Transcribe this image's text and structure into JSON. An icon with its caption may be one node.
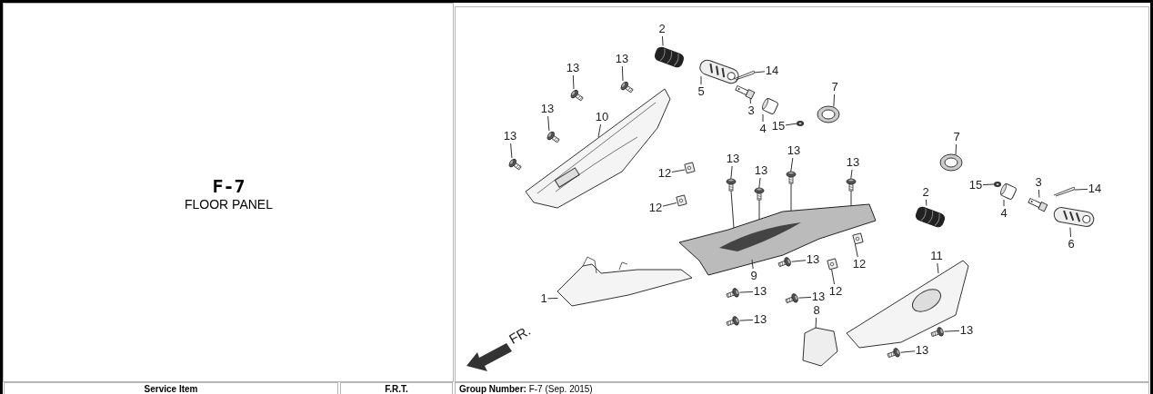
{
  "diagram": {
    "nodes": [
      {
        "text": [
          "2"
        ]
      },
      {
        "text": [
          "5"
        ]
      },
      {
        "text": [
          "14"
        ]
      },
      {
        "text": [
          "3"
        ]
      },
      {
        "text": [
          "4"
        ]
      },
      {
        "text": [
          "15"
        ]
      },
      {
        "text": [
          "7"
        ]
      },
      {
        "text": [
          "13"
        ]
      },
      {
        "text": [
          "13"
        ]
      },
      {
        "text": [
          "10"
        ]
      },
      {
        "text": [
          "13"
        ]
      },
      {
        "text": [
          "13"
        ]
      },
      {
        "text": [
          "12"
        ]
      },
      {
        "text": [
          "12"
        ]
      },
      {
        "text": [
          "13"
        ]
      },
      {
        "text": [
          "13"
        ]
      },
      {
        "text": [
          "13"
        ]
      },
      {
        "text": [
          "13"
        ]
      },
      {
        "text": [
          "9"
        ]
      },
      {
        "text": [
          "13"
        ]
      },
      {
        "text": [
          "12"
        ]
      },
      {
        "text": [
          "12"
        ]
      },
      {
        "text": [
          "1"
        ]
      },
      {
        "text": [
          "13"
        ]
      },
      {
        "text": [
          "13"
        ]
      },
      {
        "text": [
          "13"
        ]
      },
      {
        "text": [
          "8"
        ]
      },
      {
        "text": [
          "11"
        ]
      },
      {
        "text": [
          "7"
        ]
      },
      {
        "text": [
          "15"
        ]
      },
      {
        "text": [
          "3"
        ]
      },
      {
        "text": [
          "14"
        ]
      },
      {
        "text": [
          "4"
        ]
      },
      {
        "text": [
          "2"
        ]
      },
      {
        "text": [
          "6"
        ]
      },
      {
        "text": [
          "13"
        ]
      },
      {
        "text": [
          "13"
        ]
      },
      {
        "text": [],
        "shape": "picture"
      },
      {
        "text": [],
        "shape": "picture"
      },
      {
        "text": [],
        "shape": "picture"
      },
      {
        "text": [],
        "shape": "picture"
      },
      {
        "text": [],
        "shape": "picture"
      },
      {
        "text": [],
        "shape": "picture"
      },
      {
        "text": [],
        "shape": "picture"
      },
      {
        "text": [],
        "shape": "picture"
      },
      {
        "text": [],
        "shape": "picture"
      },
      {
        "text": [],
        "shape": "picture"
      },
      {
        "text": [],
        "shape": "picture"
      },
      {
        "text": [],
        "shape": "picture"
      },
      {
        "text": [],
        "shape": "picture"
      },
      {
        "text": [],
        "shape": "picture"
      },
      {
        "text": [],
        "shape": "picture"
      },
      {
        "text": [],
        "shape": "picture"
      },
      {
        "text": [],
        "shape": "picture"
      },
      {
        "text": [],
        "shape": "picture"
      },
      {
        "text": [],
        "shape": "picture"
      },
      {
        "text": [],
        "shape": "picture"
      },
      {
        "text": [],
        "shape": "picture"
      },
      {
        "text": [],
        "shape": "picture"
      },
      {
        "text": [],
        "shape": "picture"
      },
      {
        "text": [],
        "shape": "picture"
      },
      {
        "text": [],
        "shape": "picture"
      },
      {
        "text": [],
        "shape": "picture"
      },
      {
        "text": [],
        "shape": "picture"
      },
      {
        "text": [],
        "shape": "picture"
      },
      {
        "text": [],
        "shape": "picture"
      },
      {
        "text": [],
        "shape": "picture"
      },
      {
        "text": [],
        "shape": "picture"
      },
      {
        "text": [],
        "shape": "picture"
      },
      {
        "text": [],
        "shape": "picture"
      },
      {
        "text": [],
        "shape": "picture"
      },
      {
        "text": [],
        "shape": "picture"
      },
      {
        "text": [],
        "shape": "picture"
      },
      {
        "text": [],
        "shape": "picture"
      }
    ],
    "edges": [
      {
        "from": 0,
        "to": 37,
        "arrow": "none"
      },
      {
        "from": 1,
        "to": 38,
        "arrow": "none"
      },
      {
        "from": 2,
        "to": 39,
        "arrow": "none"
      },
      {
        "from": 3,
        "to": 40,
        "arrow": "none"
      },
      {
        "from": 4,
        "to": 41,
        "arrow": "none"
      },
      {
        "from": 5,
        "to": 42,
        "arrow": "none"
      },
      {
        "from": 6,
        "to": 43,
        "arrow": "none"
      },
      {
        "from": 7,
        "to": 44,
        "arrow": "none"
      },
      {
        "from": 8,
        "to": 45,
        "arrow": "none"
      },
      {
        "from": 9,
        "to": 46,
        "arrow": "none"
      },
      {
        "from": 10,
        "to": 47,
        "arrow": "none"
      },
      {
        "from": 11,
        "to": 48,
        "arrow": "none"
      },
      {
        "from": 12,
        "to": 49,
        "arrow": "none"
      },
      {
        "from": 13,
        "to": 50,
        "arrow": "none"
      },
      {
        "from": 14,
        "to": 51,
        "arrow": "none"
      },
      {
        "from": 15,
        "to": 52,
        "arrow": "none"
      },
      {
        "from": 16,
        "to": 53,
        "arrow": "none"
      },
      {
        "from": 17,
        "to": 54,
        "arrow": "none"
      },
      {
        "from": 18,
        "to": 55,
        "arrow": "none"
      },
      {
        "from": 19,
        "to": 56,
        "arrow": "none"
      },
      {
        "from": 20,
        "to": 57,
        "arrow": "none"
      },
      {
        "from": 21,
        "to": 58,
        "arrow": "none"
      },
      {
        "from": 22,
        "to": 59,
        "arrow": "none"
      },
      {
        "from": 23,
        "to": 60,
        "arrow": "none"
      },
      {
        "from": 24,
        "to": 61,
        "arrow": "none"
      },
      {
        "from": 25,
        "to": 62,
        "arrow": "none"
      },
      {
        "from": 26,
        "to": 63,
        "arrow": "none"
      },
      {
        "from": 27,
        "to": 64,
        "arrow": "none"
      },
      {
        "from": 28,
        "to": 65,
        "arrow": "none"
      },
      {
        "from": 29,
        "to": 66,
        "arrow": "none"
      },
      {
        "from": 30,
        "to": 67,
        "arrow": "none"
      },
      {
        "from": 31,
        "to": 68,
        "arrow": "none"
      },
      {
        "from": 32,
        "to": 69,
        "arrow": "none"
      },
      {
        "from": 33,
        "to": 70,
        "arrow": "none"
      },
      {
        "from": 34,
        "to": 71,
        "arrow": "none"
      },
      {
        "from": 35,
        "to": 72,
        "arrow": "none"
      },
      {
        "from": 36,
        "to": 73,
        "arrow": "none"
      },
      {
        "from": 51,
        "to": 55,
        "arrow": "none"
      },
      {
        "from": 52,
        "to": 55,
        "arrow": "none"
      },
      {
        "from": 53,
        "to": 55,
        "arrow": "none"
      },
      {
        "from": 54,
        "to": 55,
        "arrow": "none"
      }
    ],
    "labels": [
      "F-7",
      "FLOOR PANEL",
      "FR.",
      "Service Item",
      "F.R.T.",
      "**Group Number:** F-7 (Sep. 2015)"
    ]
  }
}
